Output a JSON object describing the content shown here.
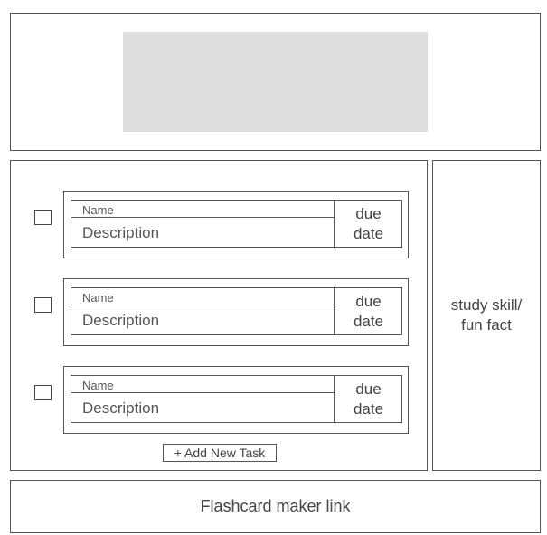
{
  "tasks": [
    {
      "name": "Name",
      "description": "Description",
      "due": "due date"
    },
    {
      "name": "Name",
      "description": "Description",
      "due": "due date"
    },
    {
      "name": "Name",
      "description": "Description",
      "due": "due date"
    }
  ],
  "add_task_label": "+ Add New Task",
  "side_panel": {
    "text": "study skill/ fun fact"
  },
  "footer": {
    "link_text": "Flashcard maker link"
  }
}
